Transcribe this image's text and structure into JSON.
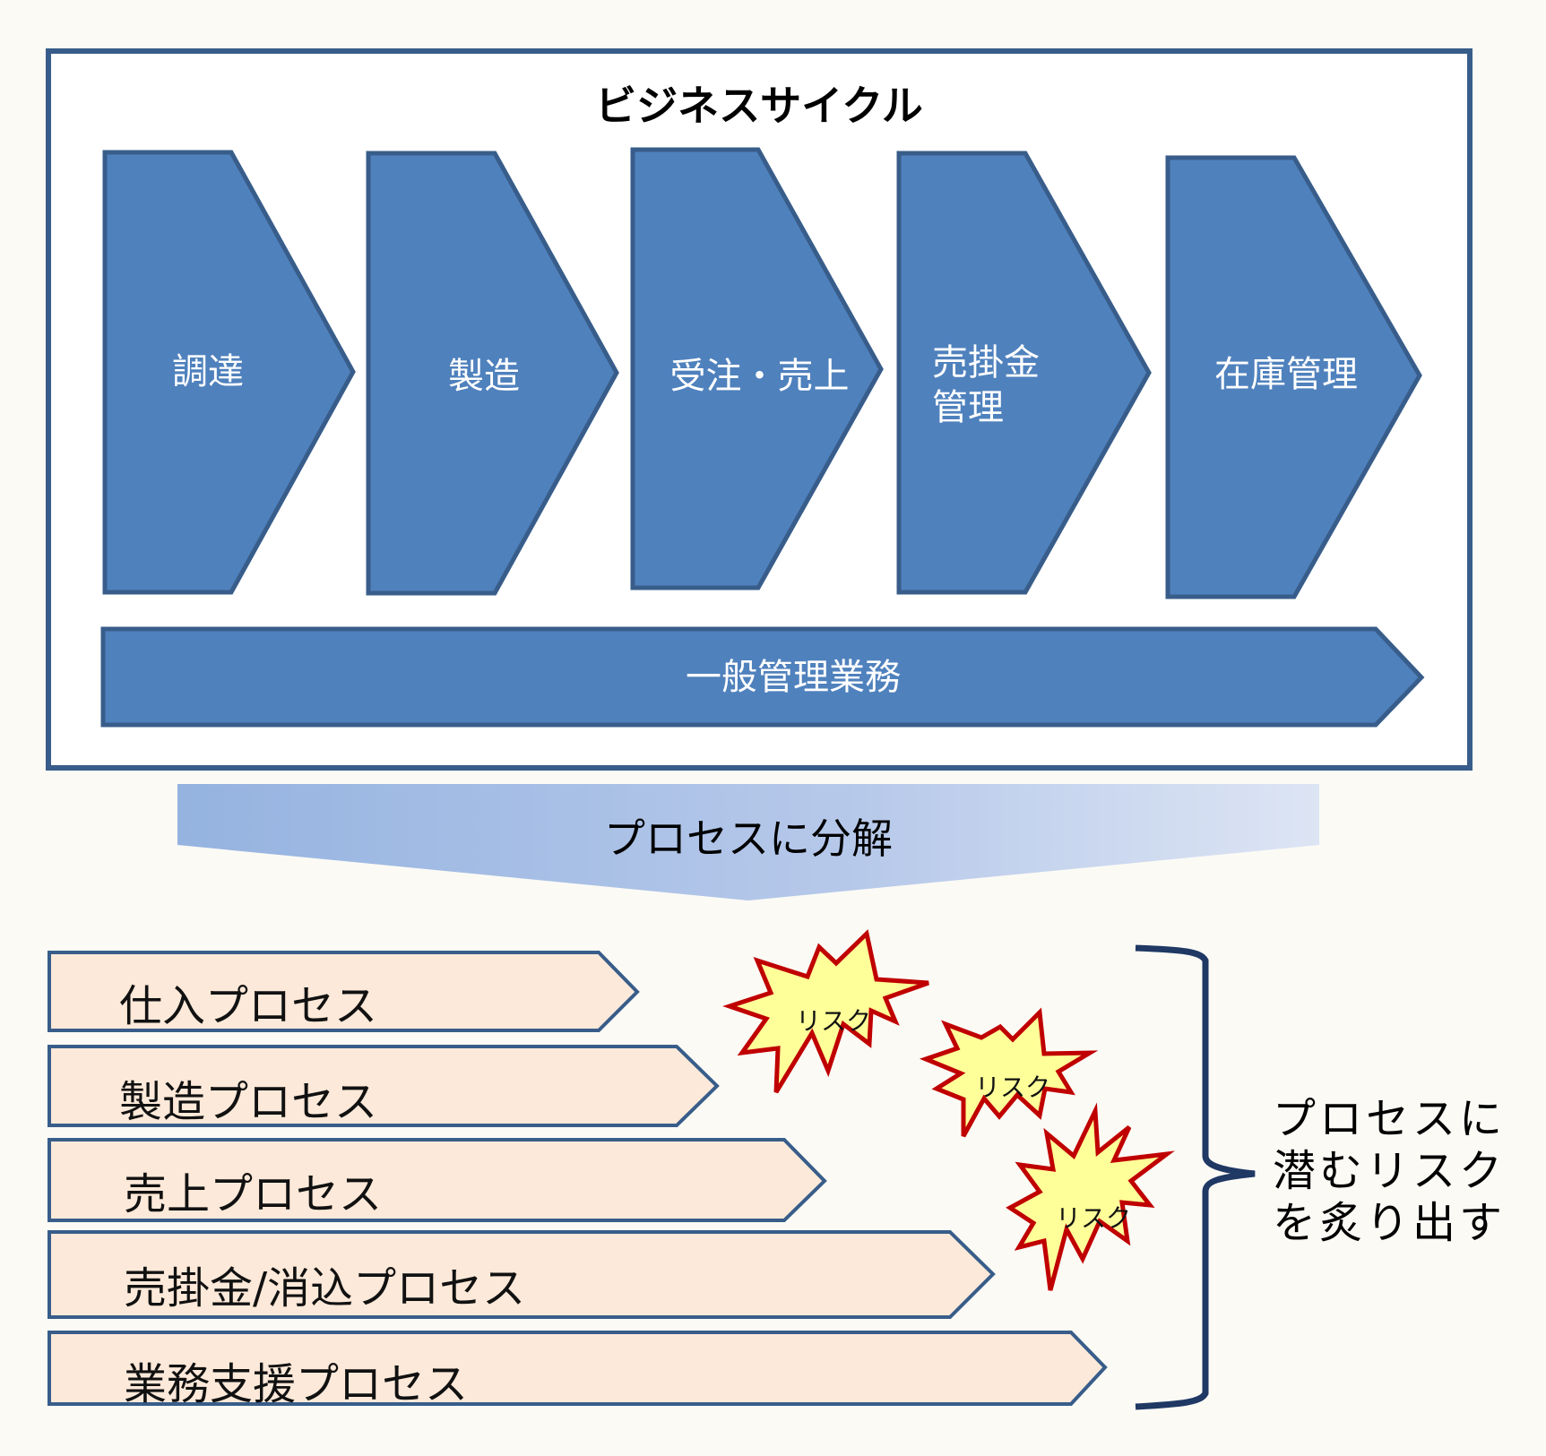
{
  "title": "ビジネスサイクル",
  "cycle_steps": [
    {
      "label": "調達"
    },
    {
      "label": "製造"
    },
    {
      "label": "受注・売上"
    },
    {
      "label": "売掛金\n管理"
    },
    {
      "label": "在庫管理"
    }
  ],
  "general_bar": {
    "label": "一般管理業務"
  },
  "decompose_arrow": {
    "label": "プロセスに分解"
  },
  "processes": [
    {
      "label": "仕入プロセス"
    },
    {
      "label": "製造プロセス"
    },
    {
      "label": "売上プロセス"
    },
    {
      "label": "売掛金/消込プロセス"
    },
    {
      "label": "業務支援プロセス"
    }
  ],
  "risks": [
    {
      "label": "リスク"
    },
    {
      "label": "リスク"
    },
    {
      "label": "リスク"
    }
  ],
  "conclusion": {
    "lines": [
      "プロセスに",
      "潜むリスク",
      "を炙り出す"
    ]
  },
  "colors": {
    "chevron_fill": "#4f81bd",
    "chevron_stroke": "#385d8a",
    "process_fill": "#fde9d9",
    "risk_fill": "#ffff99",
    "risk_stroke": "#c00000",
    "bracket": "#1f3864"
  }
}
